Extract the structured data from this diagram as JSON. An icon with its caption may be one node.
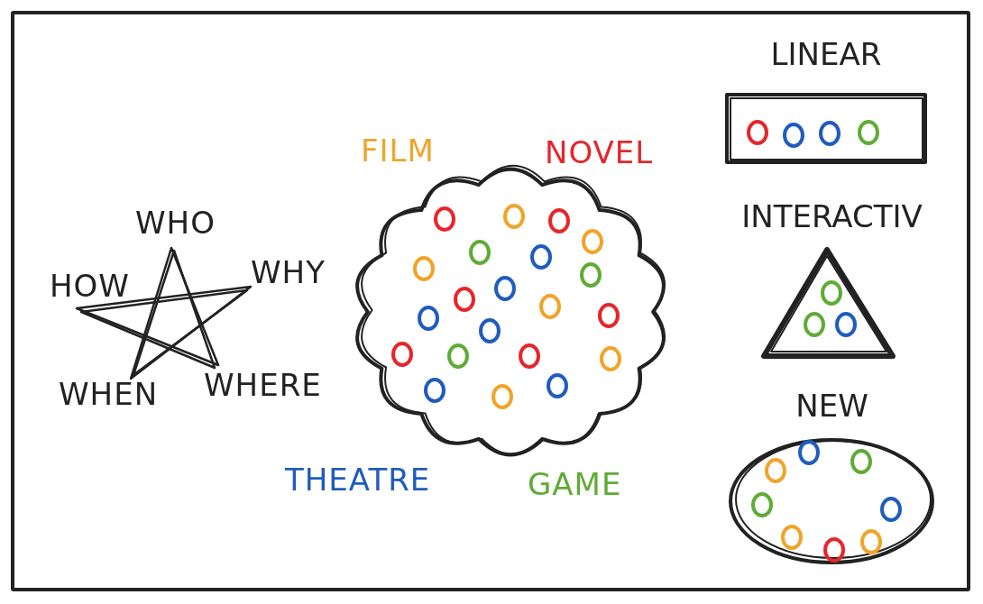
{
  "diagram": {
    "nodes": [
      {
        "text": [],
        "shape": "cloud"
      },
      {
        "text": [
          "LINEAR"
        ]
      },
      {
        "text": [
          "INTERACTIV"
        ]
      },
      {
        "text": [
          "NEW"
        ]
      }
    ],
    "labels": [
      "WHO",
      "HOW",
      "WHY",
      "WHEN",
      "WHERE",
      "FILM",
      "NOVEL",
      "THEATRE",
      "GAME"
    ]
  }
}
